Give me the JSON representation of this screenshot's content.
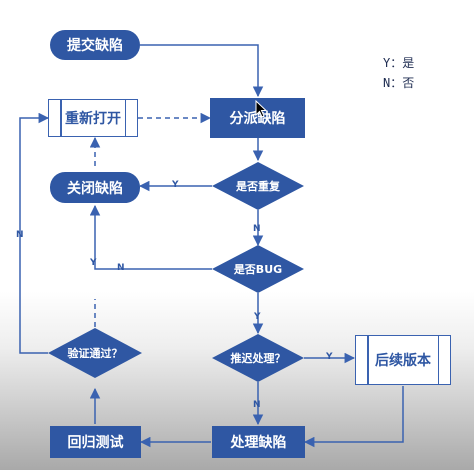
{
  "nodes": {
    "submit_defect": "提交缺陷",
    "reopen": "重新打开",
    "assign_defect": "分派缺陷",
    "close_defect": "关闭缺陷",
    "is_duplicate": "是否重复",
    "is_bug": "是否BUG",
    "verify_passed": "验证通过？",
    "defer_processing": "推迟处理？",
    "later_version": "后续版本",
    "regression_test": "回归测试",
    "process_defect": "处理缺陷"
  },
  "edge_labels": {
    "dup_yes": "Y",
    "dup_no": "N",
    "bug_no": "N",
    "bug_yes": "Y",
    "defer_yes": "Y",
    "defer_no": "N",
    "verify_yes": "Y",
    "verify_no": "N"
  },
  "legend": {
    "yes": "Y：是",
    "no": "N：否"
  },
  "colors": {
    "node_fill": "#2f57a3",
    "arrow": "#3a62b0",
    "process_border": "#3a62b0"
  }
}
